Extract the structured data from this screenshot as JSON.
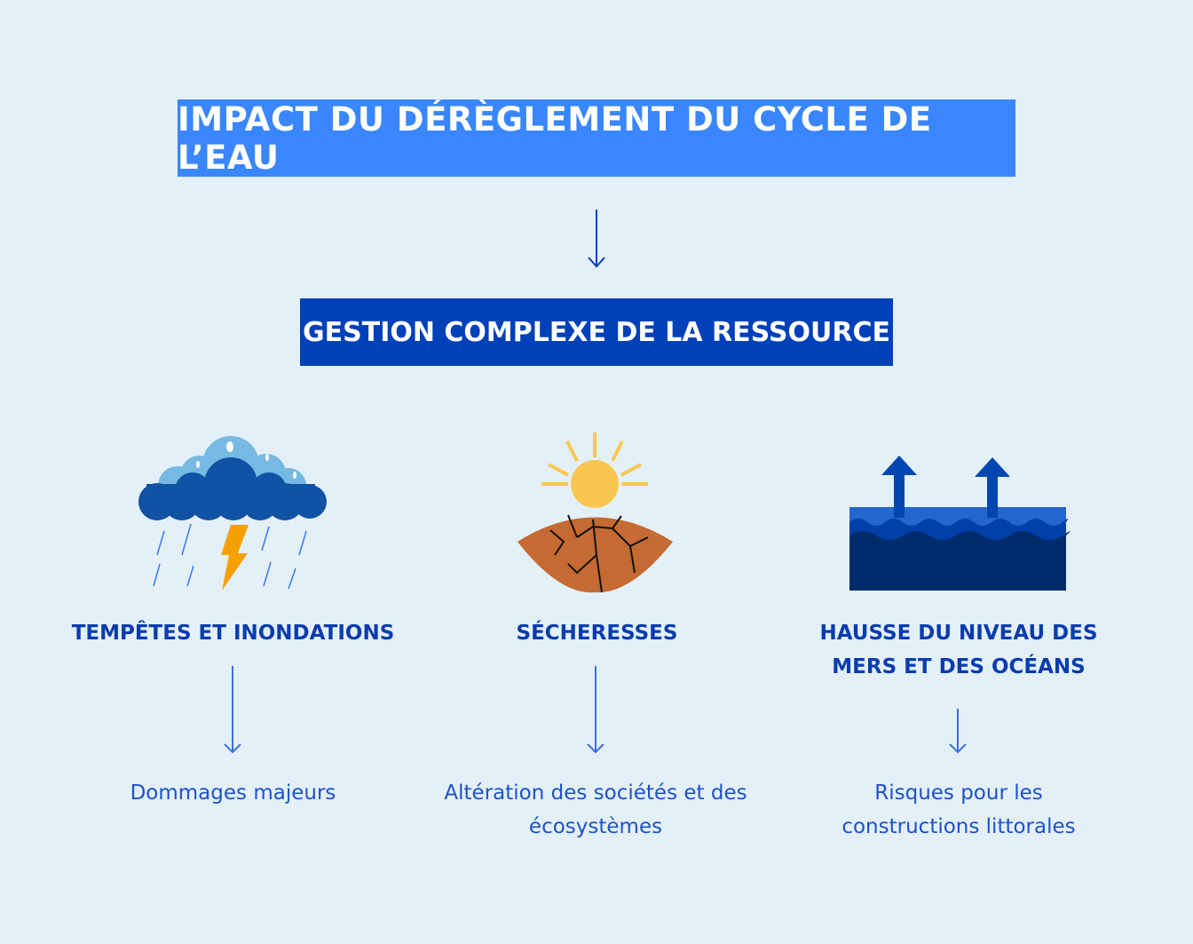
{
  "title": "IMPACT DU DÉRÈGLEMENT DU CYCLE DE L’EAU",
  "subtitle": "GESTION COMPLEXE DE LA RESSOURCE",
  "columns": [
    {
      "icon": "storm-cloud-icon",
      "heading": "TEMPÊTES ET INONDATIONS",
      "description": "Dommages majeurs"
    },
    {
      "icon": "drought-sun-icon",
      "heading": "SÉCHERESSES",
      "description": "Altération des sociétés et des écosystèmes"
    },
    {
      "icon": "rising-sea-icon",
      "heading": "HAUSSE DU NIVEAU DES MERS  ET DES OCÉANS",
      "description": "Risques pour les constructions littorales"
    }
  ],
  "colors": {
    "background": "#e4f0f8",
    "title_box": "#3a86fc",
    "subtitle_box": "#0040b8",
    "heading": "#0a3cae",
    "text": "#1d52c9"
  }
}
